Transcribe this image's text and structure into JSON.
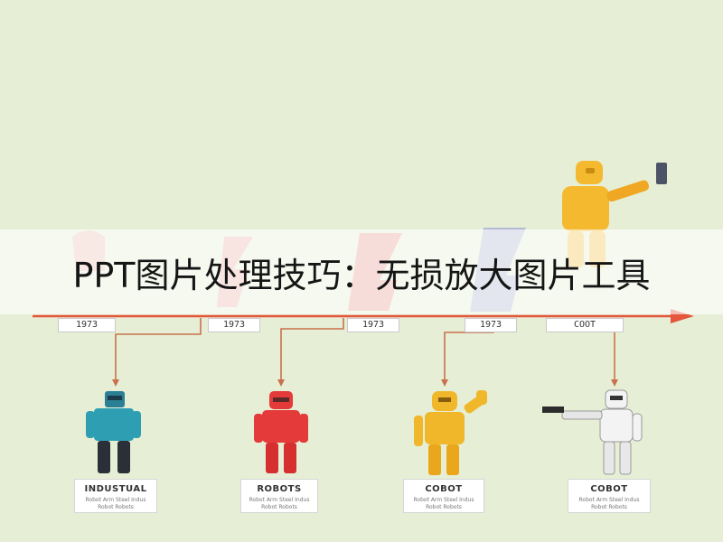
{
  "banner": {
    "title": "PPT图片处理技巧：无损放大图片工具"
  },
  "timeline": {
    "labels": [
      "1973",
      "1973",
      "1973",
      "1973",
      "COOT"
    ]
  },
  "cards": [
    {
      "title": "INDUSTUAL",
      "sub": "Robot Arm Steel\nIndus Robot\nRobots"
    },
    {
      "title": "ROBOTS",
      "sub": "Robot Arm Steel\nIndus Robot\nRobots"
    },
    {
      "title": "COBOT",
      "sub": "Robot Arm Steel\nIndus Robot\nRobots"
    },
    {
      "title": "COBOT",
      "sub": "Robot Arm Steel\nIndus Robot\nRobots"
    }
  ],
  "colors": {
    "background": "#e6efd5",
    "timeline": "#e4563b",
    "connector": "#c9704f",
    "robot_industrial": "#2e9fb3",
    "robot_red": "#e43a3a",
    "robot_yellow": "#f1b72a",
    "robot_white": "#f3f3f3",
    "robot_top": "#f4b92f"
  }
}
